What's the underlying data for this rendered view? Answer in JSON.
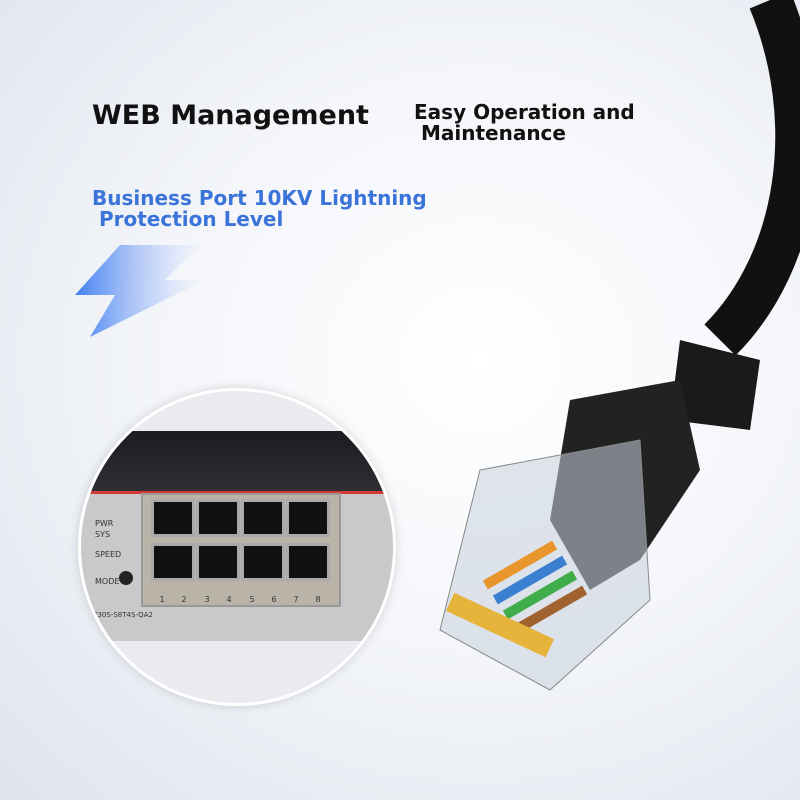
{
  "headlines": {
    "web": "WEB Management",
    "easy": "Easy Operation and\n Maintenance",
    "lightning": "Business Port 10KV Lightning\n Protection Level"
  },
  "switch": {
    "labels": {
      "pwr": "PWR",
      "sys": "SYS",
      "speed": "SPEED",
      "mode": "MODE"
    },
    "ports": [
      "1",
      "2",
      "3",
      "4",
      "5",
      "6",
      "7",
      "8"
    ],
    "model": "730S-S8T4S-QA2"
  },
  "colors": {
    "accent": "#3b74d9",
    "stripe": "#d23a33"
  },
  "icons": [
    "lightning-bolt-icon"
  ]
}
